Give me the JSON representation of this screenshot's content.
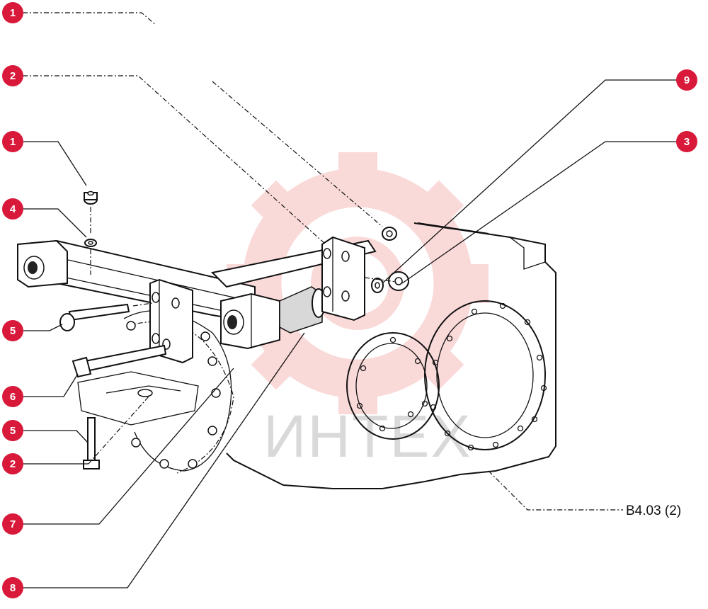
{
  "diagram": {
    "reference_code": "B4.03 (2)",
    "watermark_text": "ИНТЕХ",
    "callout_color": "#d9193a",
    "watermark_color": "#f07b7b"
  },
  "callouts": [
    {
      "id": "c1",
      "label": "1"
    },
    {
      "id": "c2",
      "label": "2"
    },
    {
      "id": "c3",
      "label": "1"
    },
    {
      "id": "c4",
      "label": "4"
    },
    {
      "id": "c5",
      "label": "5"
    },
    {
      "id": "c6",
      "label": "6"
    },
    {
      "id": "c7",
      "label": "5"
    },
    {
      "id": "c8",
      "label": "2"
    },
    {
      "id": "c9",
      "label": "7"
    },
    {
      "id": "c10",
      "label": "8"
    },
    {
      "id": "c11",
      "label": "9"
    },
    {
      "id": "c12",
      "label": "3"
    }
  ]
}
